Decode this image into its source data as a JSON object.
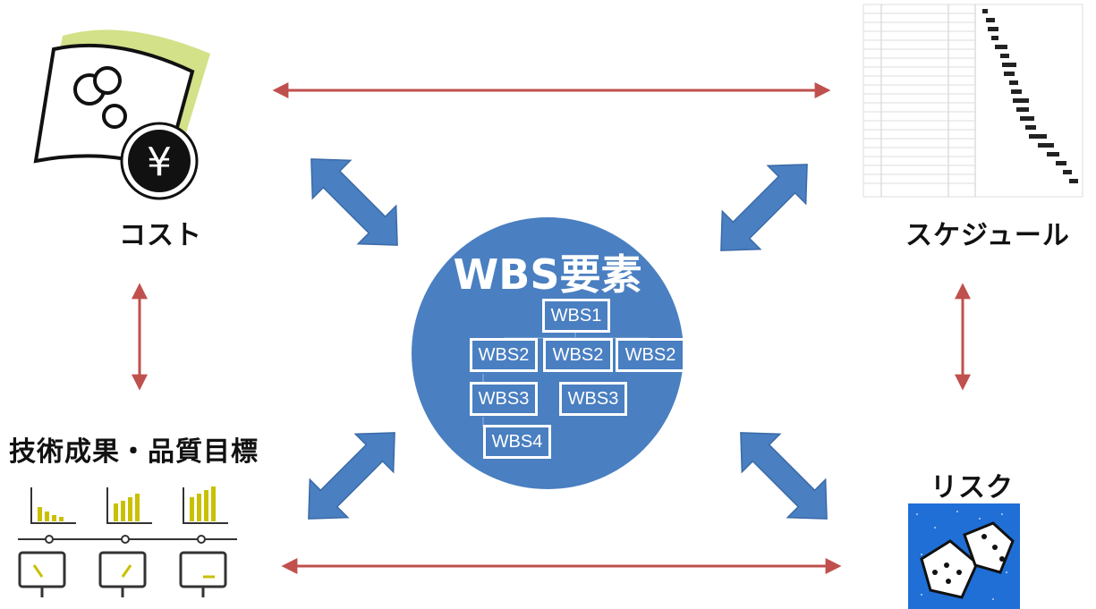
{
  "center": {
    "title": "WBS要素",
    "boxes": {
      "l1": "WBS1",
      "l2a": "WBS2",
      "l2b": "WBS2",
      "l2c": "WBS2",
      "l3a": "WBS3",
      "l3b": "WBS3",
      "l4": "WBS4"
    }
  },
  "nodes": {
    "cost": "コスト",
    "schedule": "スケジュール",
    "tech_quality": "技術成果・品質目標",
    "risk": "リスク"
  },
  "icons": {
    "cost": "money-yen-icon",
    "schedule": "gantt-chart-icon",
    "tech_quality": "progress-dashboard-icon",
    "risk": "dice-icon"
  },
  "colors": {
    "circle": "#4a7fc1",
    "block_arrow": "#4a7fc1",
    "line_arrow": "#c0504d"
  }
}
